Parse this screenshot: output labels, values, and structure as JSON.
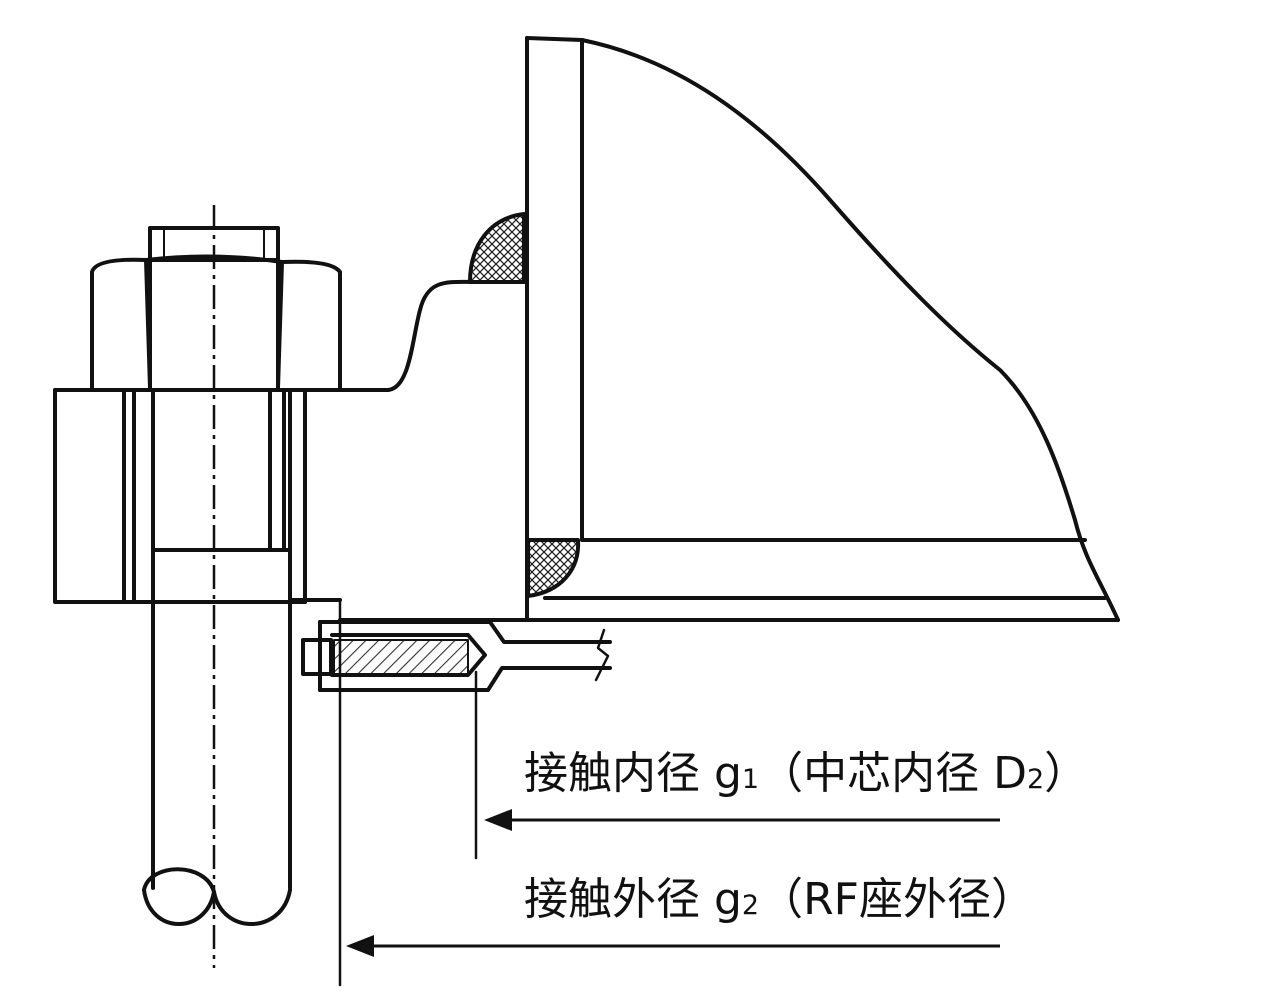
{
  "labels": {
    "inner": {
      "main": "接触内径 g",
      "sub": "1",
      "paren_open": "（中芯内径 D",
      "paren_sub": "2",
      "paren_close": "）"
    },
    "outer": {
      "main": "接触外径 g",
      "sub": "2",
      "paren": "（RF座外径）"
    }
  },
  "colors": {
    "line": "#111111",
    "hatch": "#333333",
    "background": "#ffffff"
  }
}
